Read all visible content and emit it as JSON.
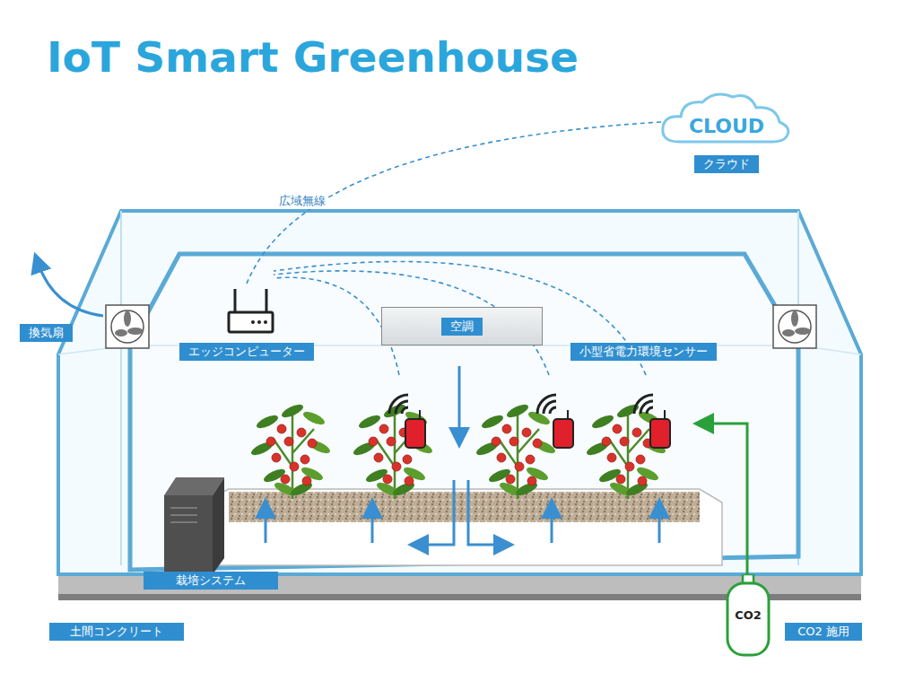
{
  "diagram": {
    "title": "IoT Smart Greenhouse",
    "nodes": [
      {
        "text": [
          "CLOUD",
          "クラウド"
        ]
      },
      {
        "text": [
          "換気扇"
        ]
      },
      {
        "text": [
          "エッジコンピューター"
        ]
      },
      {
        "text": [
          "空調"
        ]
      },
      {
        "text": [
          "小型省電力環境センサー"
        ]
      },
      {
        "text": [
          "栽培システム"
        ]
      },
      {
        "text": [
          "CO2"
        ]
      },
      {
        "text": [
          "土間コンクリート"
        ]
      },
      {
        "text": [
          "CO2 施用"
        ]
      }
    ],
    "edges": [
      {
        "from": 2,
        "to": 0,
        "label": "広域無線",
        "arrow": "none"
      }
    ]
  }
}
